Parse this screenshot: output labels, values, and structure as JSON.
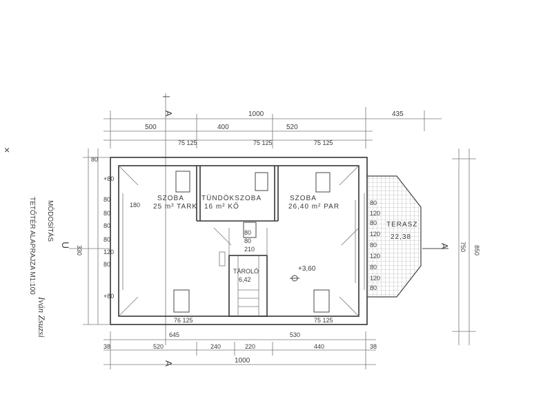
{
  "drawing": {
    "side_title": "TETŐTÉR ALAPRAJZA M1:100",
    "side_subtitle": "MÓDOSÍTÁS",
    "signature": "Iván Zsuzsi",
    "section_marker": "A",
    "section_marker_right": "A",
    "side_marker": "U",
    "x_mark": "×"
  },
  "rooms": [
    {
      "name": "SZOBA",
      "area": "25 m² TARK"
    },
    {
      "name": "TÜNDÖKSZOBA",
      "area": "16 m² KŐ"
    },
    {
      "name": "SZOBA",
      "area": "26,40 m² PAR"
    },
    {
      "name": "TERASZ",
      "area": "22,38"
    },
    {
      "name": "TÁROLÓ",
      "area": "6,42"
    }
  ],
  "level": "+3,60",
  "dimensions": {
    "top_total": "1000",
    "top_right": "435",
    "top_segments": [
      "500",
      "400",
      "520"
    ],
    "bottom_segments": [
      "38",
      "520",
      "240",
      "220",
      "440",
      "38"
    ],
    "bottom_total": "1000",
    "bottom_labels": [
      "645",
      "530"
    ],
    "left": [
      "+80",
      "180",
      "80",
      "80",
      "80",
      "80",
      "120",
      "80",
      "+80",
      "330",
      "80"
    ],
    "right": [
      "80",
      "120",
      "80",
      "120",
      "80",
      "120",
      "80",
      "120",
      "80"
    ],
    "right_total": "750",
    "far_right": "850",
    "top_window_marks": [
      "75 125",
      "75 125",
      "75 125"
    ],
    "bottom_window_marks": [
      "76 125",
      "75 125"
    ],
    "stair_marks": [
      "80",
      "80",
      "210"
    ]
  }
}
